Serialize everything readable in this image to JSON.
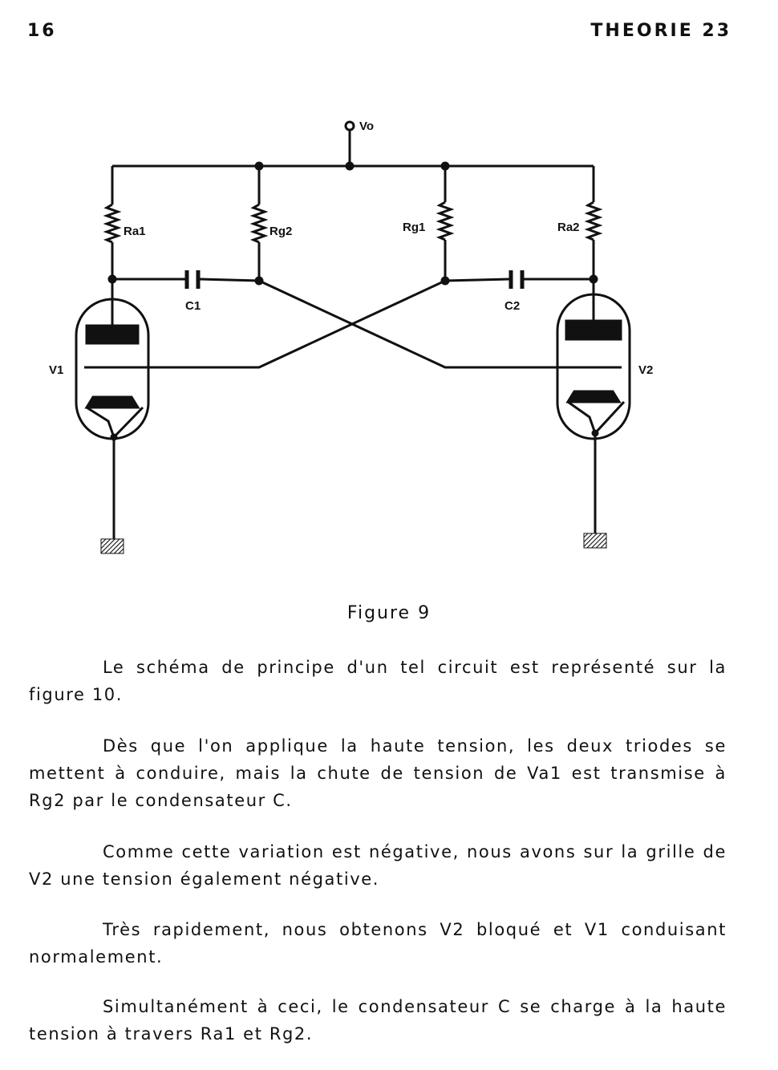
{
  "header": {
    "page_number": "16",
    "running_head": "THEORIE 23"
  },
  "figure": {
    "labels": {
      "supply": "Vo",
      "ra1": "Ra1",
      "rg2": "Rg2",
      "rg1": "Rg1",
      "ra2": "Ra2",
      "c1": "C1",
      "c2": "C2",
      "v1": "V1",
      "v2": "V2"
    },
    "caption": "Figure 9"
  },
  "body": {
    "paragraphs": [
      "Le schéma de principe d'un tel circuit est représenté sur la figure 10.",
      "Dès que l'on applique la haute tension, les deux triodes se mettent à conduire, mais la chute de tension de Va1 est transmise à Rg2 par le condensateur C.",
      "Comme cette variation est négative, nous avons sur la grille de V2 une tension également négative.",
      "Très rapidement, nous obtenons V2 bloqué et V1 conduisant normalement.",
      "Simultanément à ceci, le condensateur C se charge à la haute tension à travers Ra1 et Rg2."
    ]
  }
}
